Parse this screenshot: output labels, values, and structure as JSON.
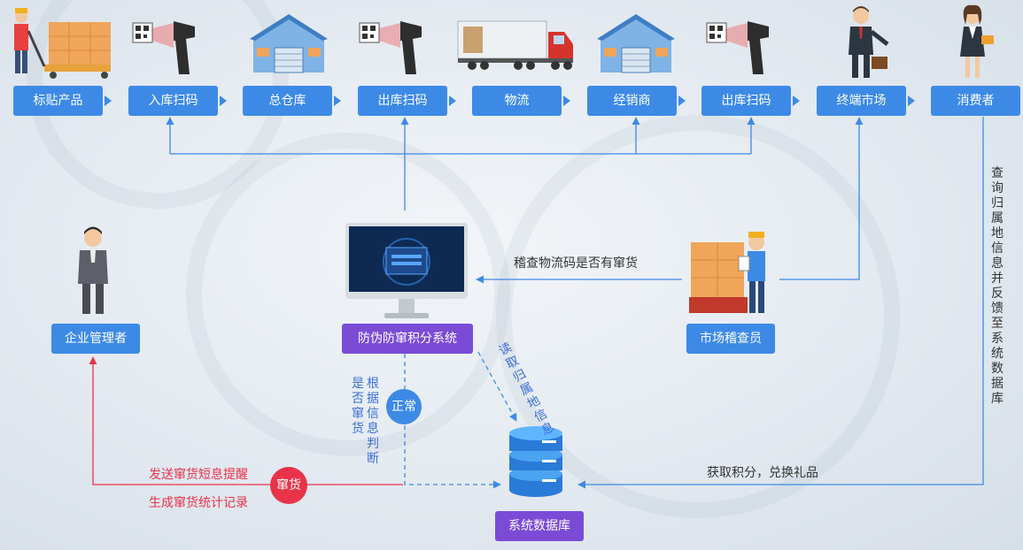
{
  "flow": {
    "steps": [
      "标贴产品",
      "入库扫码",
      "总仓库",
      "出库扫码",
      "物流",
      "经销商",
      "出库扫码",
      "终端市场",
      "消费者"
    ]
  },
  "nodes": {
    "system": "防伪防窜积分系统",
    "inspector": "市场稽查员",
    "manager": "企业管理者",
    "database": "系统数据库"
  },
  "labels": {
    "inspect_check": "稽查物流码是否有窜货",
    "read_location": "读取归属地信息",
    "query_feedback": "查询归属地信息并反馈至系统数据库",
    "judge_by_info": "根据信息判断",
    "is_crossing": "是否窜货",
    "normal": "正常",
    "crossing": "窜货",
    "send_sms": "发送窜货短息提醒",
    "gen_record": "生成窜货统计记录",
    "earn_points": "获取积分，兑换礼品"
  },
  "colors": {
    "blue": "#3d8ae6",
    "purple": "#7b4bd6",
    "red": "#e8334a",
    "line_blue": "#3d8ae6"
  }
}
